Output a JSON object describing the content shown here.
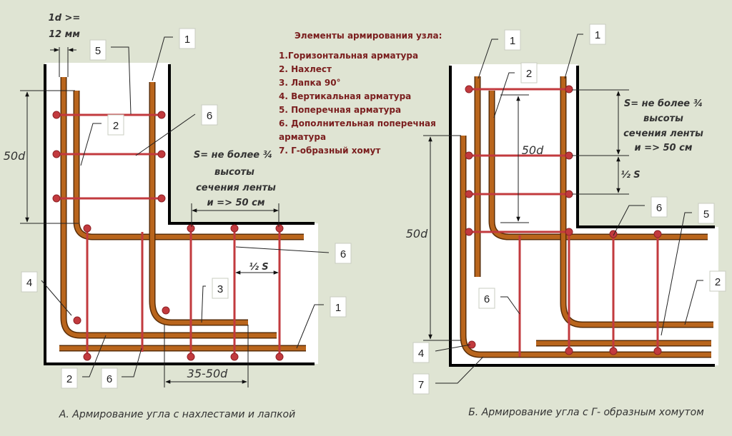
{
  "legend": {
    "title": "Элементы армирования узла:",
    "items": [
      "1.Горизонтальная арматура",
      "2. Нахлест",
      "3. Лапка 90°",
      "4. Вертикальная арматура",
      "5. Поперечная арматура",
      "6. Дополнительная поперечная",
      "арматура",
      "7. Г-образный хомут"
    ]
  },
  "diagram_a": {
    "caption": "А. Армирование угла с нахлестами и лапкой",
    "dim_1d_line1": "1d >=",
    "dim_1d_line2": "12 мм",
    "dim_50d": "50d",
    "spacing_lines": [
      "S= не более ¾",
      "высоты",
      "сечения ленты",
      "и => 50 см"
    ],
    "half_s": "½ S",
    "lap_length": "35-50d",
    "labels": [
      "1",
      "5",
      "2",
      "6",
      "6",
      "3",
      "1",
      "4",
      "2",
      "6"
    ]
  },
  "diagram_b": {
    "caption": "Б. Армирование угла с Г- образным хомутом",
    "dim_50d_inner": "50d",
    "dim_50d_outer": "50d",
    "spacing_lines": [
      "S= не более ¾",
      "высоты",
      "сечения ленты",
      "и => 50 см"
    ],
    "half_s": "½ S",
    "labels": [
      "1",
      "1",
      "2",
      "6",
      "5",
      "6",
      "2",
      "4",
      "7"
    ]
  },
  "colors": {
    "background": "#dfe4d3",
    "rebar": "#b9651c",
    "transverse": "#c23a3e",
    "legend_text": "#7a1e1e"
  }
}
